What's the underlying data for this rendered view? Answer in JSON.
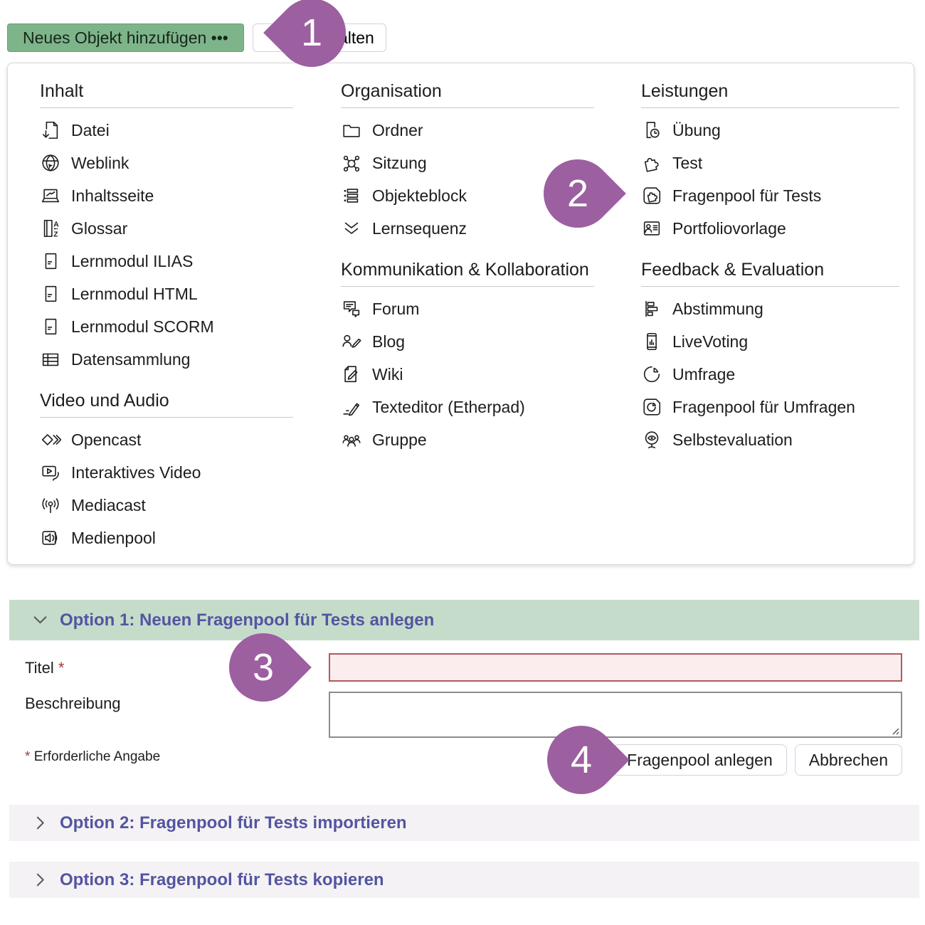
{
  "toolbar": {
    "add_object_button": "Neues Objekt hinzufügen •••",
    "hidden_button_visible_text": "alten"
  },
  "menu": {
    "columns": [
      {
        "sections": [
          {
            "title": "Inhalt",
            "items": [
              {
                "icon": "file-download",
                "label": "Datei"
              },
              {
                "icon": "globe",
                "label": "Weblink"
              },
              {
                "icon": "content-page",
                "label": "Inhaltsseite"
              },
              {
                "icon": "glossary",
                "label": "Glossar"
              },
              {
                "icon": "learning-module",
                "label": "Lernmodul ILIAS"
              },
              {
                "icon": "learning-module",
                "label": "Lernmodul HTML"
              },
              {
                "icon": "learning-module",
                "label": "Lernmodul SCORM"
              },
              {
                "icon": "data-table",
                "label": "Datensammlung"
              }
            ]
          },
          {
            "title": "Video und Audio",
            "items": [
              {
                "icon": "opencast",
                "label": "Opencast"
              },
              {
                "icon": "interactive-video",
                "label": "Interaktives Video"
              },
              {
                "icon": "broadcast",
                "label": "Mediacast"
              },
              {
                "icon": "speaker",
                "label": "Medienpool"
              }
            ]
          }
        ]
      },
      {
        "sections": [
          {
            "title": "Organisation",
            "items": [
              {
                "icon": "folder",
                "label": "Ordner"
              },
              {
                "icon": "session",
                "label": "Sitzung"
              },
              {
                "icon": "item-group",
                "label": "Objekteblock"
              },
              {
                "icon": "learning-sequence",
                "label": "Lernsequenz"
              }
            ]
          },
          {
            "title": "Kommunikation & Kollabo­ration",
            "items": [
              {
                "icon": "forum",
                "label": "Forum"
              },
              {
                "icon": "blog",
                "label": "Blog"
              },
              {
                "icon": "wiki",
                "label": "Wiki"
              },
              {
                "icon": "etherpad",
                "label": "Texteditor (Etherpad)"
              },
              {
                "icon": "group",
                "label": "Gruppe"
              }
            ]
          }
        ]
      },
      {
        "sections": [
          {
            "title": "Leistungen",
            "items": [
              {
                "icon": "exercise",
                "label": "Übung"
              },
              {
                "icon": "puzzle",
                "label": "Test"
              },
              {
                "icon": "question-pool-test",
                "label": "Fragenpool für Tests"
              },
              {
                "icon": "portfolio",
                "label": "Portfoliovorlage"
              }
            ]
          },
          {
            "title": "Feedback & Evaluation",
            "items": [
              {
                "icon": "bar-chart",
                "label": "Abstimmung"
              },
              {
                "icon": "live-voting",
                "label": "LiveVoting"
              },
              {
                "icon": "pie-chart",
                "label": "Umfrage"
              },
              {
                "icon": "question-pool-survey",
                "label": "Fragenpool für Umfragen"
              },
              {
                "icon": "self-evaluation",
                "label": "Selbstevaluation"
              }
            ]
          }
        ]
      }
    ]
  },
  "form": {
    "option1_title": "Option 1: Neuen Fragenpool für Tests anlegen",
    "title_label": "Titel",
    "required_mark": "*",
    "title_value": "",
    "description_label": "Beschreibung",
    "description_value": "",
    "required_note": "Erforderliche Angabe",
    "submit_label": "Fragenpool anlegen",
    "cancel_label": "Abbrechen",
    "option2_title": "Option 2: Fragenpool für Tests importieren",
    "option3_title": "Option 3: Fragenpool für Tests kopieren"
  },
  "markers": [
    {
      "number": "1"
    },
    {
      "number": "2"
    },
    {
      "number": "3"
    },
    {
      "number": "4"
    }
  ],
  "colors": {
    "accent_green": "#7eb489",
    "option_bar_green": "#c6dccb",
    "option_bar_gray": "#f4f2f4",
    "option_text": "#5355a1",
    "marker_purple": "#9c5fa0",
    "error_red": "#ad5c5c",
    "error_bg": "#fbeded"
  }
}
